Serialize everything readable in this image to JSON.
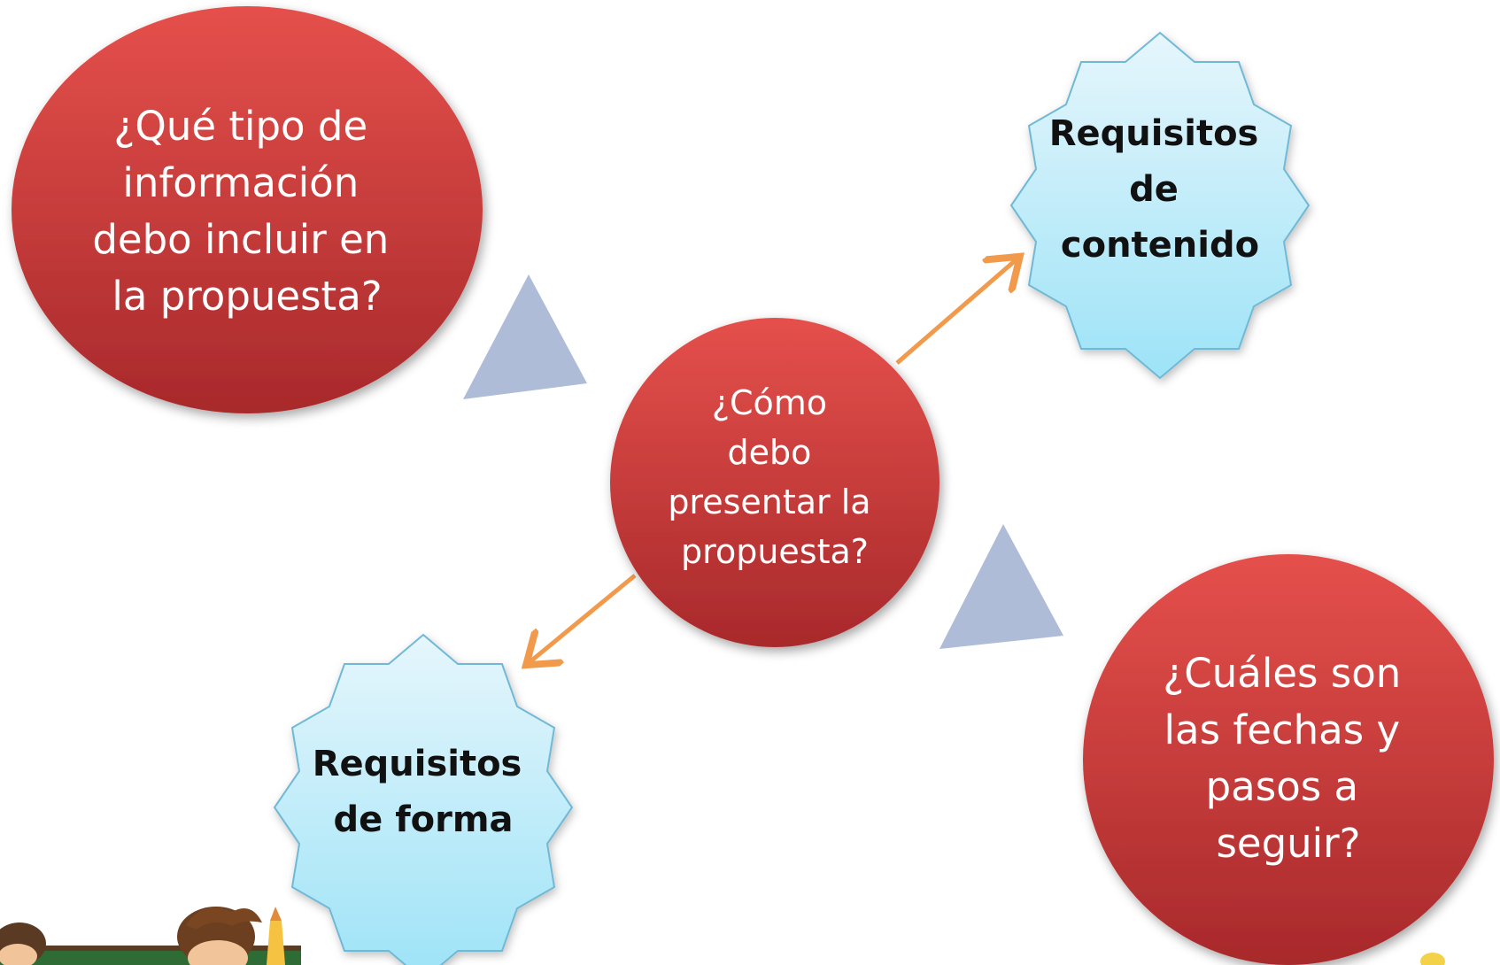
{
  "diagram": {
    "top_left_question": {
      "lines": [
        "¿Qué tipo de",
        "información",
        "debo incluir en",
        "la propuesta?"
      ]
    },
    "center_question": {
      "lines": [
        "¿Cómo",
        "debo",
        "presentar la",
        "propuesta?"
      ]
    },
    "bottom_right_question": {
      "lines": [
        "¿Cuáles son",
        "las fechas y",
        "pasos a",
        "seguir?"
      ]
    },
    "content_requirements": {
      "lines": [
        "Requisitos",
        "de",
        "contenido"
      ]
    },
    "form_requirements": {
      "lines": [
        "Requisitos",
        "de forma"
      ]
    }
  },
  "colors": {
    "red_circle_top": "#e04b48",
    "red_circle_bottom": "#a9272a",
    "star_fill_top": "#e3f5fc",
    "star_fill_bottom": "#9fe3f7",
    "star_stroke": "#6fb9d6",
    "triangle": "#aebcd8",
    "arrow": "#f29a4c"
  }
}
